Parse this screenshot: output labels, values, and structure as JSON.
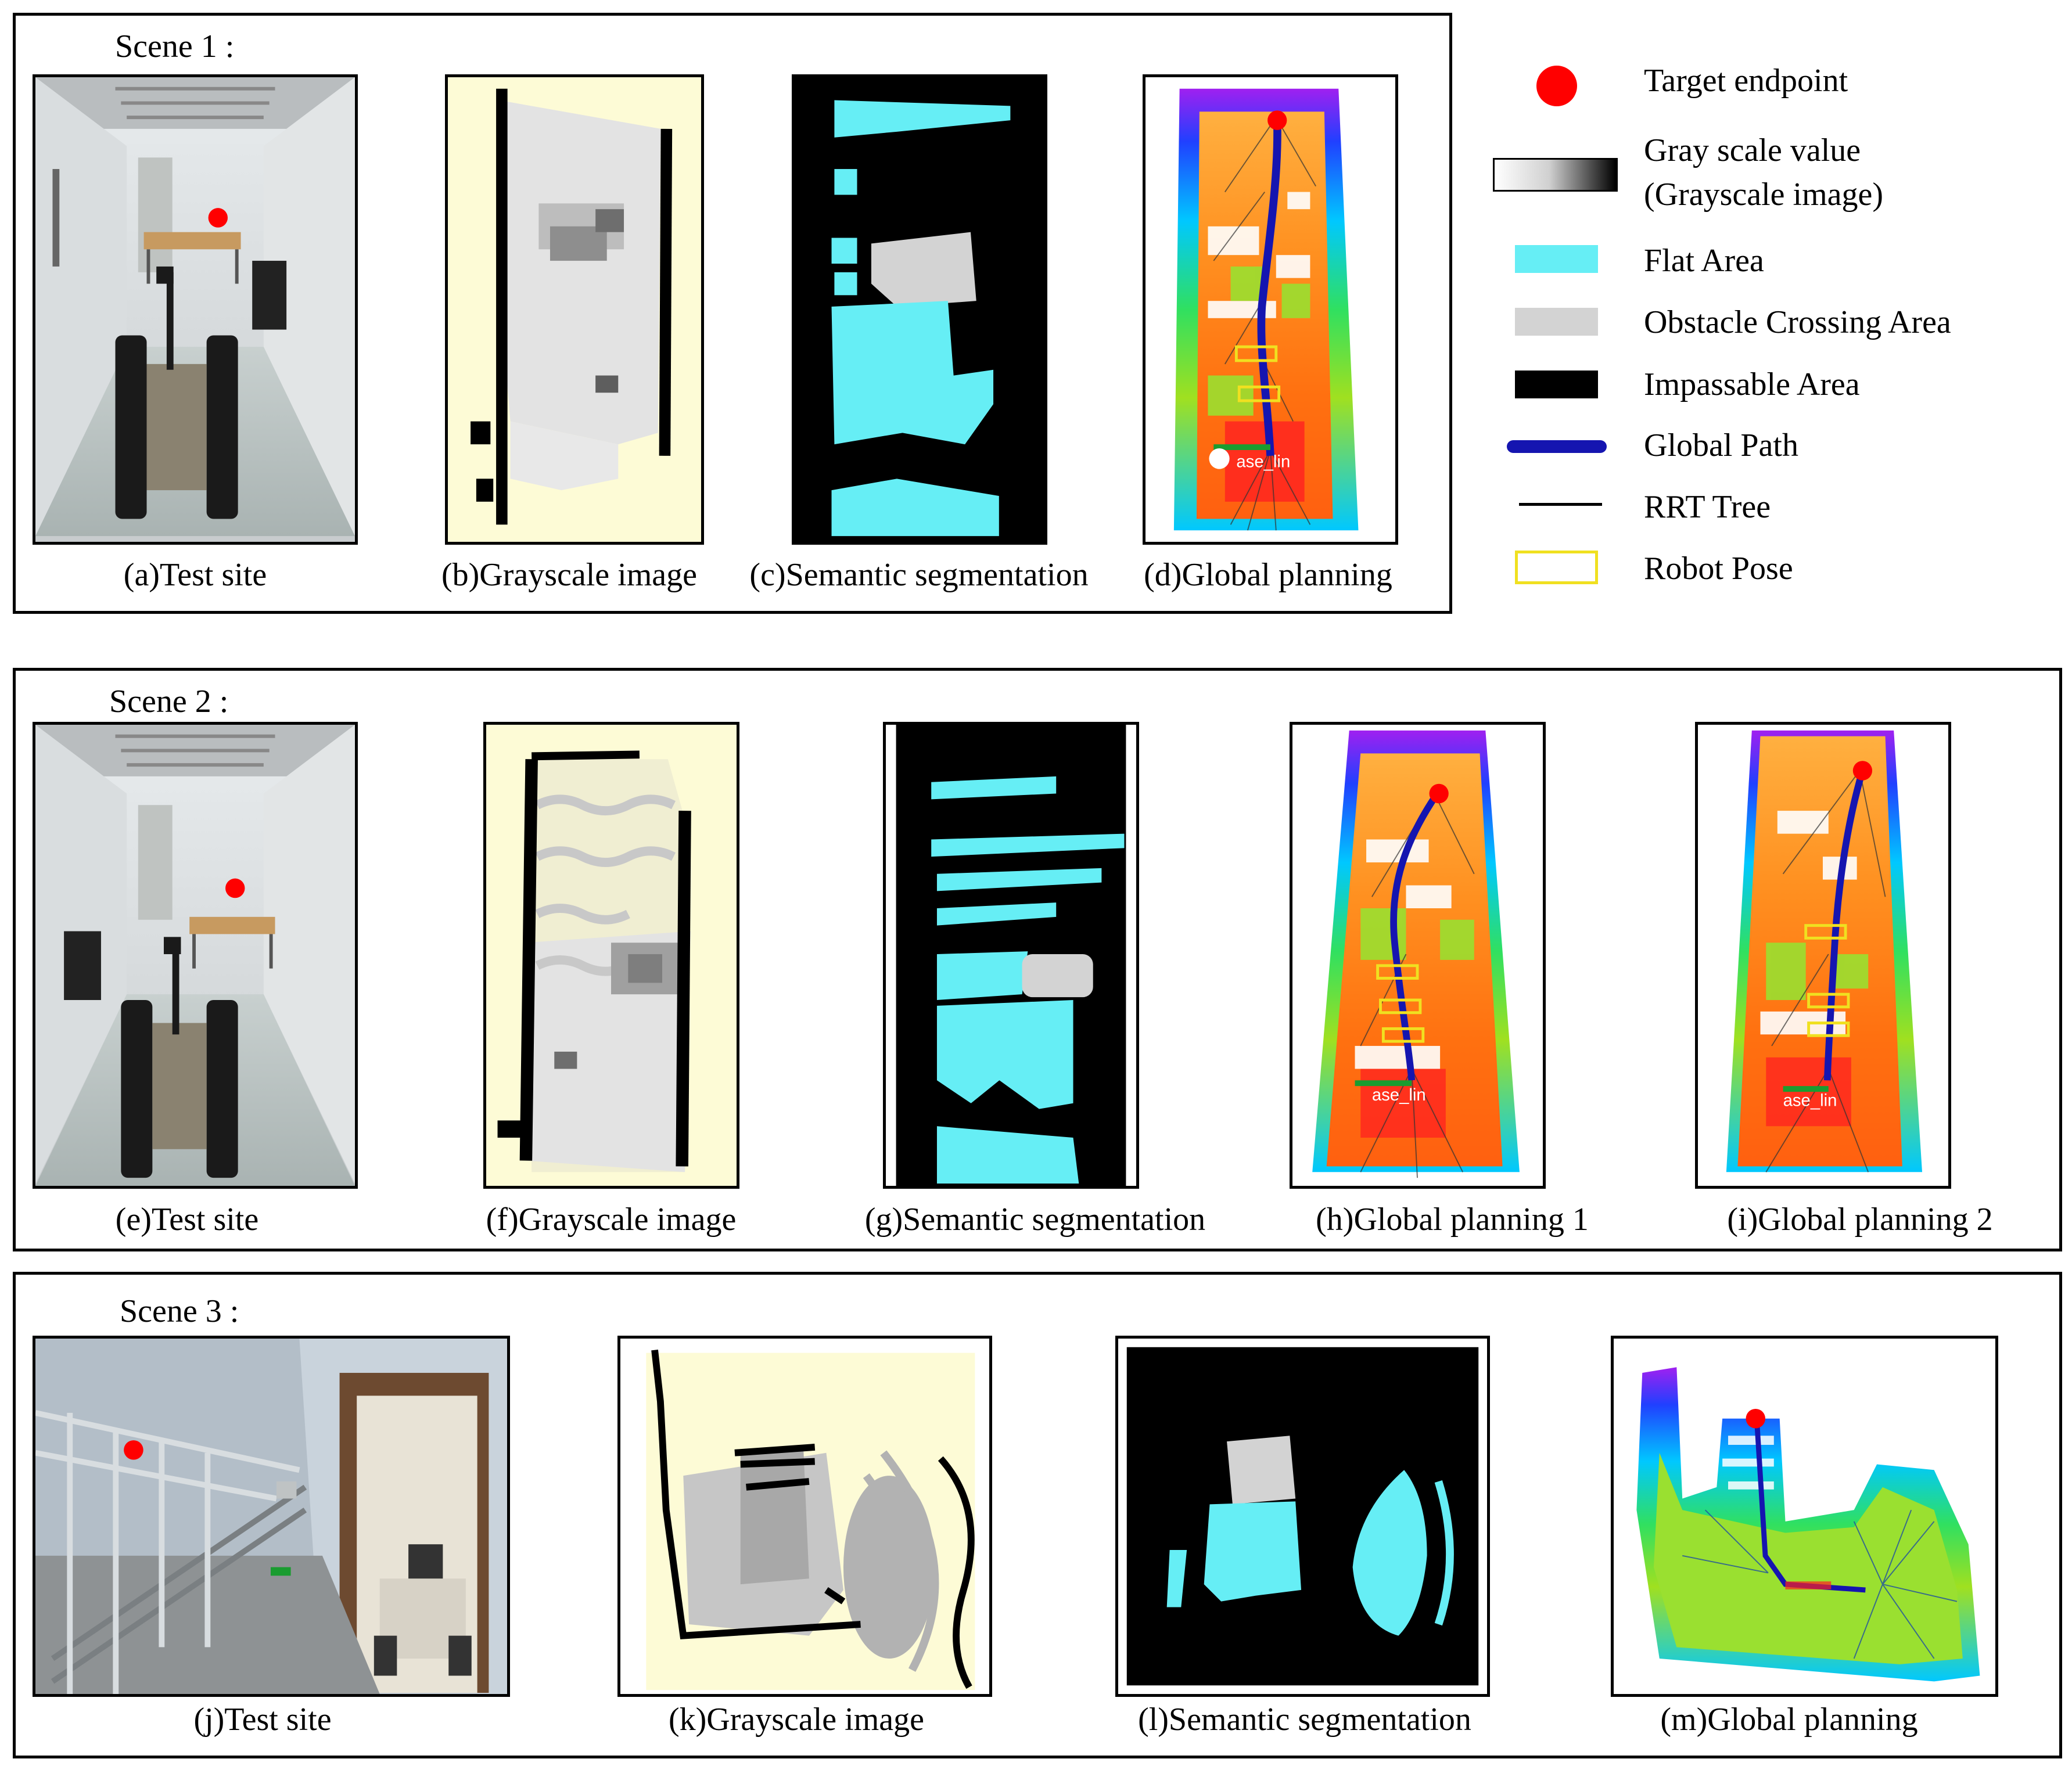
{
  "colors": {
    "target": "#ff0000",
    "flat_area": "#66eef5",
    "obstacle_area": "#d3d3d3",
    "impassable_area": "#000000",
    "global_path": "#1515b0",
    "rrt_tree": "#000000",
    "robot_pose": "#f0e020",
    "grayscale_bg": "#fdfbd6"
  },
  "legend": {
    "target_endpoint": "Target endpoint",
    "gray_scale_line1": "Gray scale value",
    "gray_scale_line2": "(Grayscale image)",
    "flat_area": "Flat Area",
    "obstacle_crossing_area": "Obstacle Crossing Area",
    "impassable_area": "Impassable Area",
    "global_path": "Global Path",
    "rrt_tree": "RRT Tree",
    "robot_pose": "Robot Pose"
  },
  "scene1": {
    "label": "Scene 1 :",
    "captions": {
      "a": "(a)Test site",
      "b": "(b)Grayscale image",
      "c": "(c)Semantic segmentation",
      "d": "(d)Global planning"
    }
  },
  "scene2": {
    "label": "Scene 2 :",
    "captions": {
      "e": "(e)Test site",
      "f": "(f)Grayscale image",
      "g": "(g)Semantic segmentation",
      "h": "(h)Global planning 1",
      "i": "(i)Global planning 2"
    }
  },
  "scene3": {
    "label": "Scene 3 :",
    "captions": {
      "j": "(j)Test site",
      "k": "(k)Grayscale image",
      "l": "(l)Semantic segmentation",
      "m": "(m)Global planning"
    }
  },
  "map_overlay_text": "ase_lin"
}
